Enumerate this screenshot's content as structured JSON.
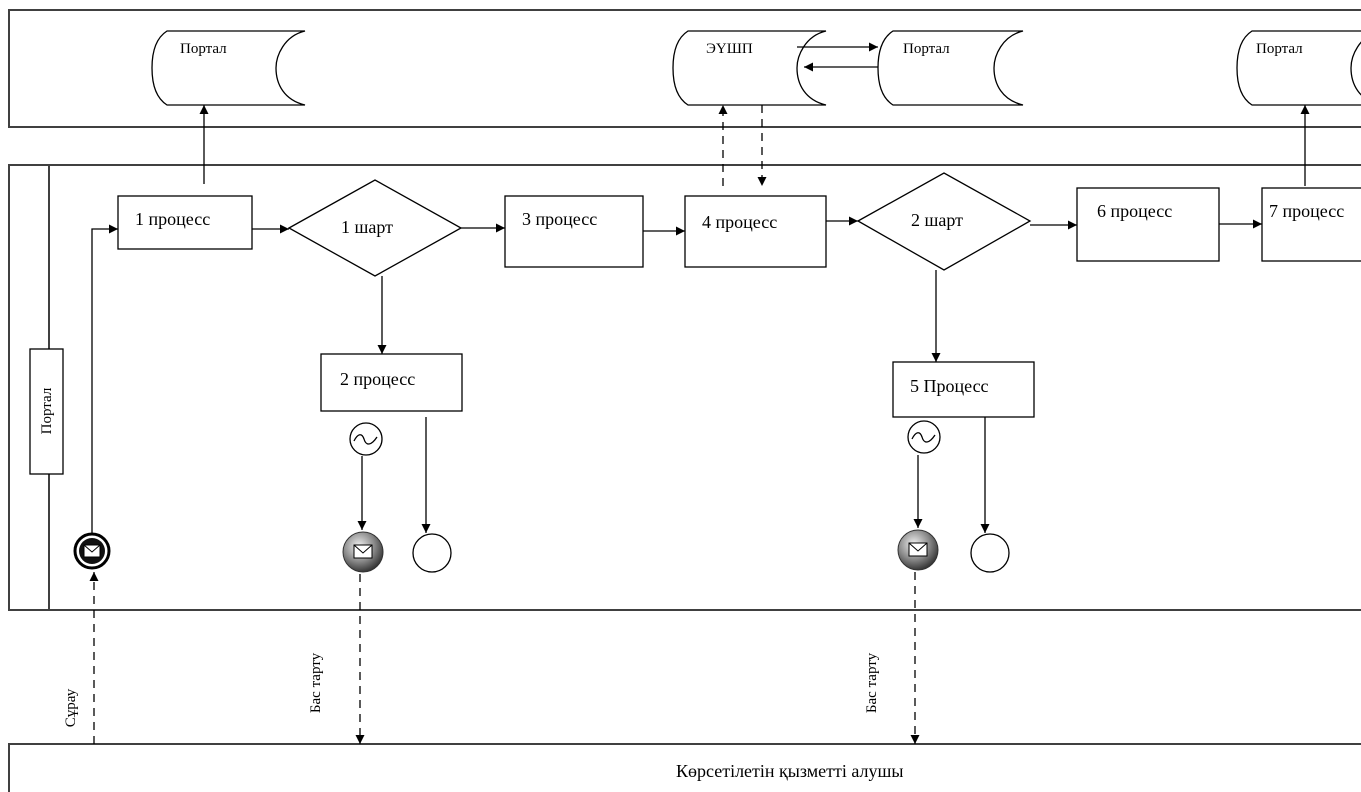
{
  "top_lane": {
    "db1": "Портал",
    "db_eushp": "ЭҮШП",
    "db2": "Портал",
    "db3": "Портал"
  },
  "portal_lane": {
    "label": "Портал",
    "process1": "1 процесс",
    "condition1": "1 шарт",
    "process3": "3 процесс",
    "process4": "4 процесс",
    "condition2": "2 шарт",
    "process6": "6 процесс",
    "process7": "7 процесс",
    "process2": "2 процесс",
    "process5": "5 Процесс"
  },
  "messages": {
    "request": "Сұрау",
    "refusal1": "Бас тарту",
    "refusal2": "Бас тарту"
  },
  "bottom_lane": {
    "label": "Көрсетілетін қызметті алушы"
  }
}
